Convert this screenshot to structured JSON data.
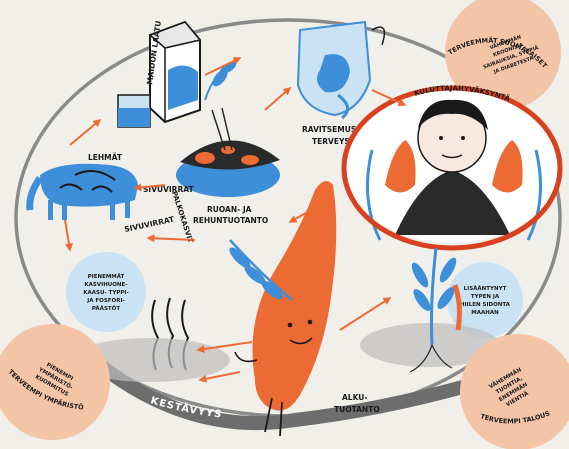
{
  "colors": {
    "background": "#f1efe9",
    "blue": "#3d8fd9",
    "light_blue": "#c9e3f5",
    "orange": "#ec6a33",
    "peach": "#f4c4a6",
    "dark": "#2a2a2a",
    "ring": "#7c7c7c",
    "highlight_red": "#d8401f"
  },
  "labels": {
    "maidon_laatu": "MAIDON LAATU",
    "ravitsemus_1": "RAVITSEMUS JA",
    "ravitsemus_2": "TERVEYS",
    "kuluttajahyvaksynta": "KULUTTAJAHYVÄKSYNTÄ",
    "lehmat": "LEHMÄT",
    "sivuvirrat_1": "SIVUVIRRAT",
    "sivuvirrat_2": "SIVUVIRRAT",
    "palkokasvit": "PALKOKASVIT",
    "ruoan_1": "RUOAN- JA",
    "ruoan_2": "REHUNTUOTANTO",
    "alkutuotanto_1": "ALKU-",
    "alkutuotanto_2": "TUOTANTO",
    "kestavyys": "KESTÄVYYS"
  },
  "circles": {
    "terveemmat_suomalaiset": {
      "title": "TERVEEMMÄT SUOMALAISET",
      "lines": [
        "VÄHEMMÄN",
        "KROONISIA",
        "SAIRAUKSIA, SYÖPIÄ",
        "JA DIABETESTA"
      ]
    },
    "pienemmat_kaasut": {
      "lines": [
        "PIENEMMÄT",
        "KASVIHUONE-",
        "KAASU- TYPPI-",
        "JA FOSFORI-",
        "PÄÄSTÖT"
      ]
    },
    "lisaantynyt_typen": {
      "lines": [
        "LISÄÄNTYNYT",
        "TYPEN JA",
        "HIILEN SIDONTA",
        "MAAHAN"
      ]
    },
    "terveempi_ymparisto": {
      "title": "TERVEEMPI YMPÄRISTÖ",
      "lines": [
        "PIENEMPI",
        "YMPÄRISTÖ-",
        "KUORMITUS"
      ]
    },
    "terveempi_talous": {
      "title": "TERVEEMPI TALOUS",
      "lines": [
        "VÄHEMMÄN",
        "TUONTIA,",
        "ENEMMÄN",
        "VIENTIÄ"
      ]
    }
  }
}
